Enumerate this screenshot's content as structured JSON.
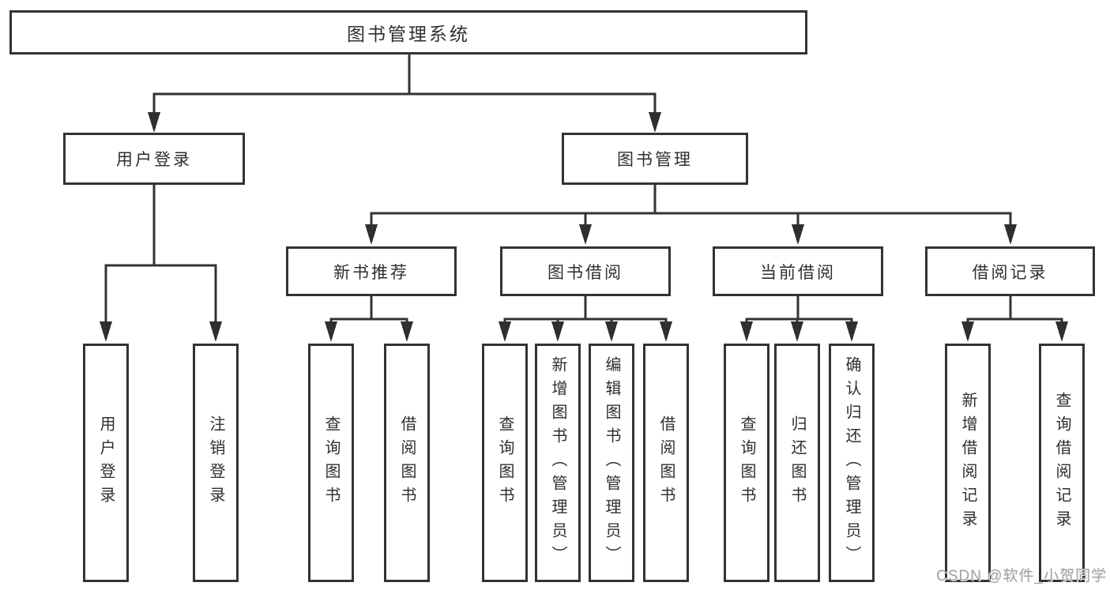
{
  "tree": {
    "root": {
      "label": "图书管理系统"
    },
    "user_login": {
      "label": "用户登录",
      "children": [
        "用户登录",
        "注销登录"
      ]
    },
    "book_mgmt": {
      "label": "图书管理",
      "new_books": {
        "label": "新书推荐",
        "children": [
          "查询图书",
          "借阅图书"
        ]
      },
      "book_borrow": {
        "label": "图书借阅",
        "children": [
          "查询图书",
          "新增图书（管理员）",
          "编辑图书（管理员）",
          "借阅图书"
        ]
      },
      "current_borrow": {
        "label": "当前借阅",
        "children": [
          "查询图书",
          "归还图书",
          "确认归还（管理员）"
        ]
      },
      "borrow_records": {
        "label": "借阅记录",
        "children": [
          "新增借阅记录",
          "查询借阅记录"
        ]
      }
    }
  },
  "watermark": "CSDN @软件_小贺同学",
  "colors": {
    "line": "#333333",
    "box_border": "#333333",
    "text": "#2f2f2f",
    "background": "#ffffff",
    "watermark": "#a3a3a3"
  }
}
